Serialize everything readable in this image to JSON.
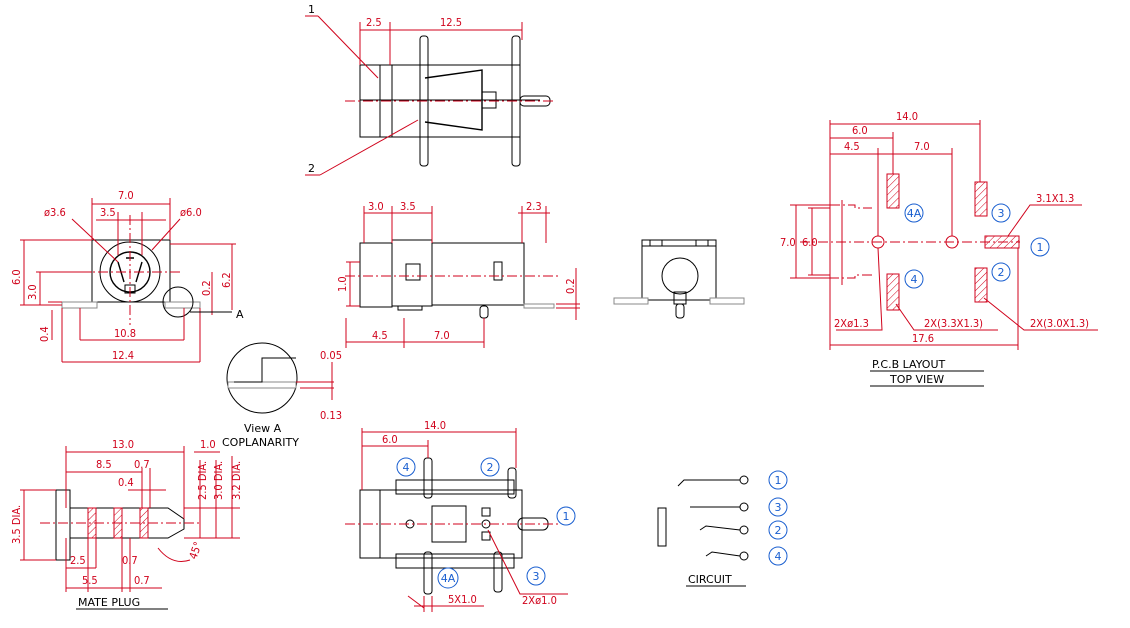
{
  "side_view": {
    "dims": {
      "d1": "2.5",
      "d2": "12.5"
    },
    "callouts": {
      "c1": "1",
      "c2": "2"
    }
  },
  "front_view": {
    "dims": {
      "d1": "7.0",
      "d2": "ø3.6",
      "d3": "3.5",
      "d4": "ø6.0",
      "d5": "6.0",
      "d6": "3.0",
      "d7": "0.2",
      "d8": "6.2",
      "d9": "0.4",
      "d10": "10.8",
      "d11": "12.4"
    },
    "detail_ref": "A"
  },
  "detail_a": {
    "dims": {
      "d1": "0.05",
      "d2": "0.13"
    },
    "title": "View A",
    "subtitle": "COPLANARITY"
  },
  "top_view": {
    "dims": {
      "d1": "3.0",
      "d2": "3.5",
      "d3": "2.3",
      "d4": "1.0",
      "d5": "0.2",
      "d6": "4.5",
      "d7": "7.0"
    }
  },
  "pcb_layout": {
    "dims": {
      "d1": "14.0",
      "d2": "6.0",
      "d3": "4.5",
      "d4": "7.0",
      "d5": "3.1X1.3",
      "d6": "7.0",
      "d7": "6.0",
      "d8": "2Xø1.3",
      "d9": "2X(3.3X1.3)",
      "d10": "2X(3.0X1.3)",
      "d11": "17.6"
    },
    "pins": {
      "p1": "1",
      "p2": "2",
      "p3": "3",
      "p4": "4",
      "p4a": "4A"
    },
    "title": "P.C.B  LAYOUT",
    "subtitle": "TOP  VIEW"
  },
  "mate_plug": {
    "dims": {
      "d1": "13.0",
      "d2": "1.0",
      "d3": "8.5",
      "d4": "0.7",
      "d5": "2.5 DIA.",
      "d6": "3.0 DIA.",
      "d7": "3.2 DIA.",
      "d8": "3.5 DIA.",
      "d9": "0.4",
      "d10": "45°",
      "d11": "2.5",
      "d12": "0.7",
      "d13": "5.5",
      "d14": "0.7"
    },
    "title": "MATE  PLUG"
  },
  "bottom_view": {
    "dims": {
      "d1": "14.0",
      "d2": "6.0",
      "d3": "5X1.0",
      "d4": "2Xø1.0"
    },
    "pins": {
      "p1": "1",
      "p2": "2",
      "p3": "3",
      "p4": "4",
      "p4a": "4A"
    }
  },
  "circuit": {
    "pins": {
      "p1": "1",
      "p2": "2",
      "p3": "3",
      "p4": "4"
    },
    "title": "CIRCUIT"
  }
}
